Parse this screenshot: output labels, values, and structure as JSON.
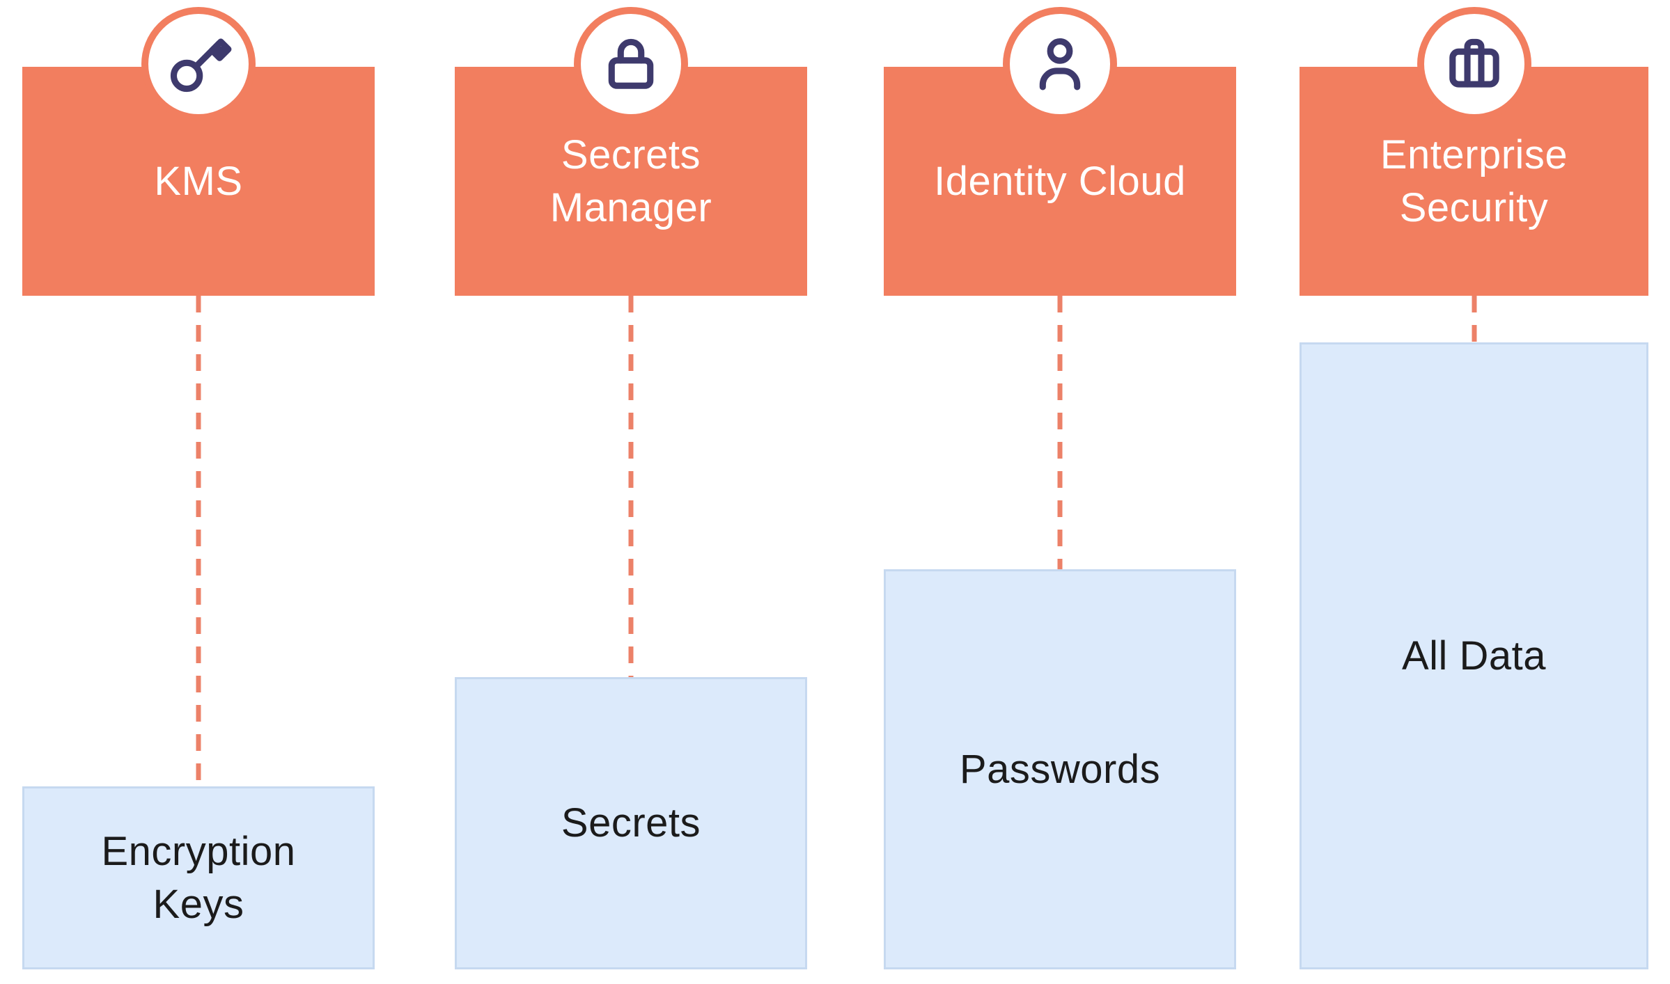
{
  "diagram": {
    "description": "Security services mapped to the scope of data they protect",
    "columns": [
      {
        "service": "KMS",
        "icon": "key-icon",
        "data_scope": "Encryption\nKeys"
      },
      {
        "service": "Secrets\nManager",
        "icon": "lock-icon",
        "data_scope": "Secrets"
      },
      {
        "service": "Identity Cloud",
        "icon": "user-icon",
        "data_scope": "Passwords"
      },
      {
        "service": "Enterprise\nSecurity",
        "icon": "briefcase-icon",
        "data_scope": "All Data"
      }
    ],
    "colors": {
      "service_box": "#F27E5F",
      "circle_ring": "#F27E5F",
      "connector_dash": "#EC8168",
      "data_box_fill": "#DCEAFB",
      "data_box_border": "#C6D9F0",
      "icon_stroke": "#3E3A6D",
      "service_text": "#FFFFFF",
      "data_text": "#1B1B1B",
      "background": "#FFFFFF"
    }
  }
}
